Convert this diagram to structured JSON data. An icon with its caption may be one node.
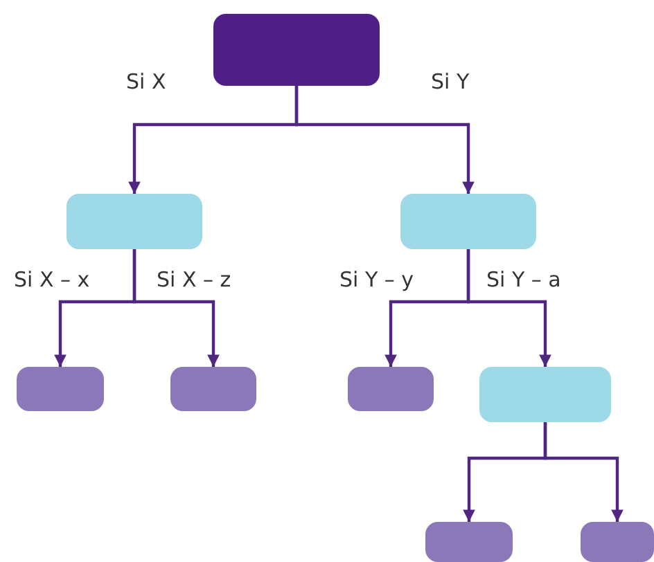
{
  "diagram": {
    "nodes": [
      {
        "text": [],
        "shape": "box"
      },
      {
        "text": [],
        "shape": "box"
      },
      {
        "text": [],
        "shape": "box"
      },
      {
        "text": [],
        "shape": "box"
      },
      {
        "text": [],
        "shape": "box"
      },
      {
        "text": [],
        "shape": "box"
      },
      {
        "text": [],
        "shape": "box"
      },
      {
        "text": [],
        "shape": "box"
      },
      {
        "text": [],
        "shape": "box"
      }
    ],
    "edges": [
      {
        "from": 0,
        "to": 1,
        "arrow": "to",
        "label": "Si X"
      },
      {
        "from": 0,
        "to": 2,
        "arrow": "to",
        "label": "Si Y"
      },
      {
        "from": 1,
        "to": 3,
        "arrow": "to",
        "label": "Si X – x"
      },
      {
        "from": 1,
        "to": 4,
        "arrow": "to",
        "label": "Si X – z"
      },
      {
        "from": 2,
        "to": 5,
        "arrow": "to",
        "label": "Si Y – y"
      },
      {
        "from": 2,
        "to": 6,
        "arrow": "to",
        "label": "Si Y – a"
      },
      {
        "from": 6,
        "to": 7,
        "arrow": "to"
      },
      {
        "from": 6,
        "to": 8,
        "arrow": "to"
      }
    ]
  }
}
